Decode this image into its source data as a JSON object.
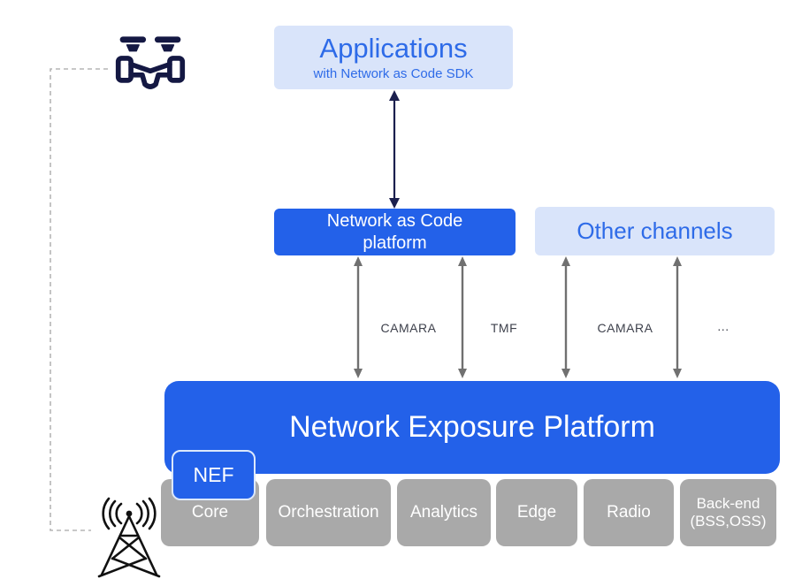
{
  "diagram": {
    "applications_box": {
      "title": "Applications",
      "subtitle": "with Network as Code SDK"
    },
    "nac_platform_box": {
      "lines": [
        "Network as Code",
        "platform"
      ]
    },
    "other_channels_box": {
      "label": "Other channels"
    },
    "api_labels": [
      "CAMARA",
      "TMF",
      "CAMARA",
      "..."
    ],
    "nep_box": {
      "title": "Network Exposure Platform"
    },
    "nef_box": {
      "label": "NEF"
    },
    "components": [
      "Core",
      "Orchestration",
      "Analytics",
      "Edge",
      "Radio",
      "Back-end (BSS,OSS)"
    ],
    "icons": {
      "top_left": "drone-icon",
      "bottom_left": "radio-tower-icon"
    },
    "colors": {
      "primary_blue": "#2361e9",
      "light_blue": "#d9e4fa",
      "blue_text": "#2e6be8",
      "gray_box": "#a9a9a9",
      "navy": "#141843",
      "arrow_gray": "#707070",
      "dashed_gray": "#b5b5b5"
    }
  }
}
